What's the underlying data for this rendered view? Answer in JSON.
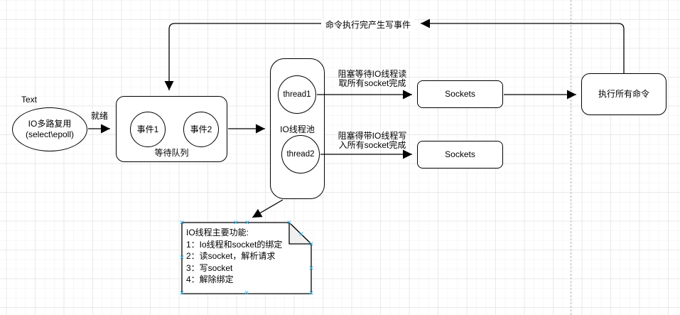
{
  "labels": {
    "text": "Text",
    "ready": "就绪",
    "feedback": "命令执行完产生写事件",
    "block_read_line1": "阻塞等待IO线程读",
    "block_read_line2": "取所有socket完成",
    "block_write_line1": "阻塞得带IO线程写",
    "block_write_line2": "入所有socket完成"
  },
  "nodes": {
    "multiplex": {
      "line1": "IO多路复用",
      "line2": "(select\\epoll)"
    },
    "wait_queue": {
      "label": "等待队列",
      "event1": "事件1",
      "event2": "事件2"
    },
    "thread_pool": {
      "label": "IO线程池",
      "thread1": "thread1",
      "thread2": "thread2"
    },
    "sockets_read": {
      "label": "Sockets"
    },
    "sockets_write": {
      "label": "Sockets"
    },
    "execute": {
      "label": "执行所有命令"
    }
  },
  "note": {
    "lines": [
      "IO线程主要功能:",
      "1：Io线程和socket的绑定",
      "2：读socket，解析请求",
      "3：写socket",
      "4：解除绑定"
    ]
  },
  "icons": {
    "selection_handle": "✕"
  },
  "colors": {
    "stroke": "#000000",
    "shape_fill": "#ffffff",
    "note_fold": "#f0f0f0",
    "handle": "#29b6f2",
    "grid_minor": "#f7f7f7",
    "grid_major": "#e9e9e9",
    "page_break": "#b5b5b5"
  }
}
